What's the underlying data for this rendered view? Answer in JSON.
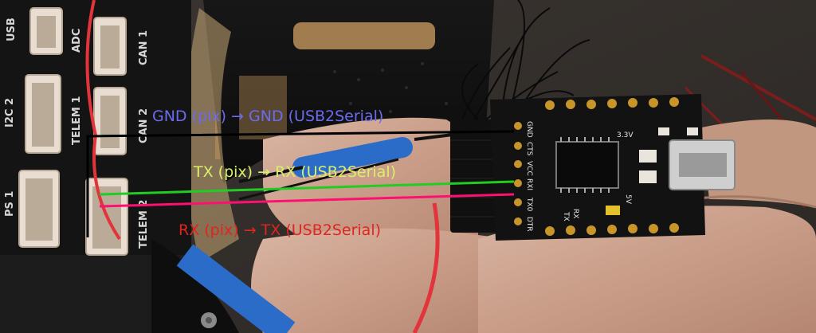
{
  "board": {
    "ports": [
      "USB",
      "ADC",
      "CAN 1",
      "I2C 2",
      "TELEM 1",
      "CAN 2",
      "PS 1",
      "TELEM 2"
    ]
  },
  "adapter": {
    "pins": [
      "GND",
      "CTS",
      "VCC",
      "TX0",
      "RXI",
      "DTR"
    ],
    "labels": [
      "3.3V",
      "5V",
      "RX",
      "TX"
    ]
  },
  "annotations": [
    {
      "text": "GND (pix) → GND (USB2Serial)",
      "color": "#6b6bf0"
    },
    {
      "text": "TX (pix) → RX (USB2Serial)",
      "color": "#d8ef6a"
    },
    {
      "text": "RX (pix) → TX (USB2Serial)",
      "color": "#e0241f"
    }
  ],
  "wire_colors": {
    "gnd": "#000000",
    "tx": "#22cc22",
    "rx": "#ff1070"
  }
}
